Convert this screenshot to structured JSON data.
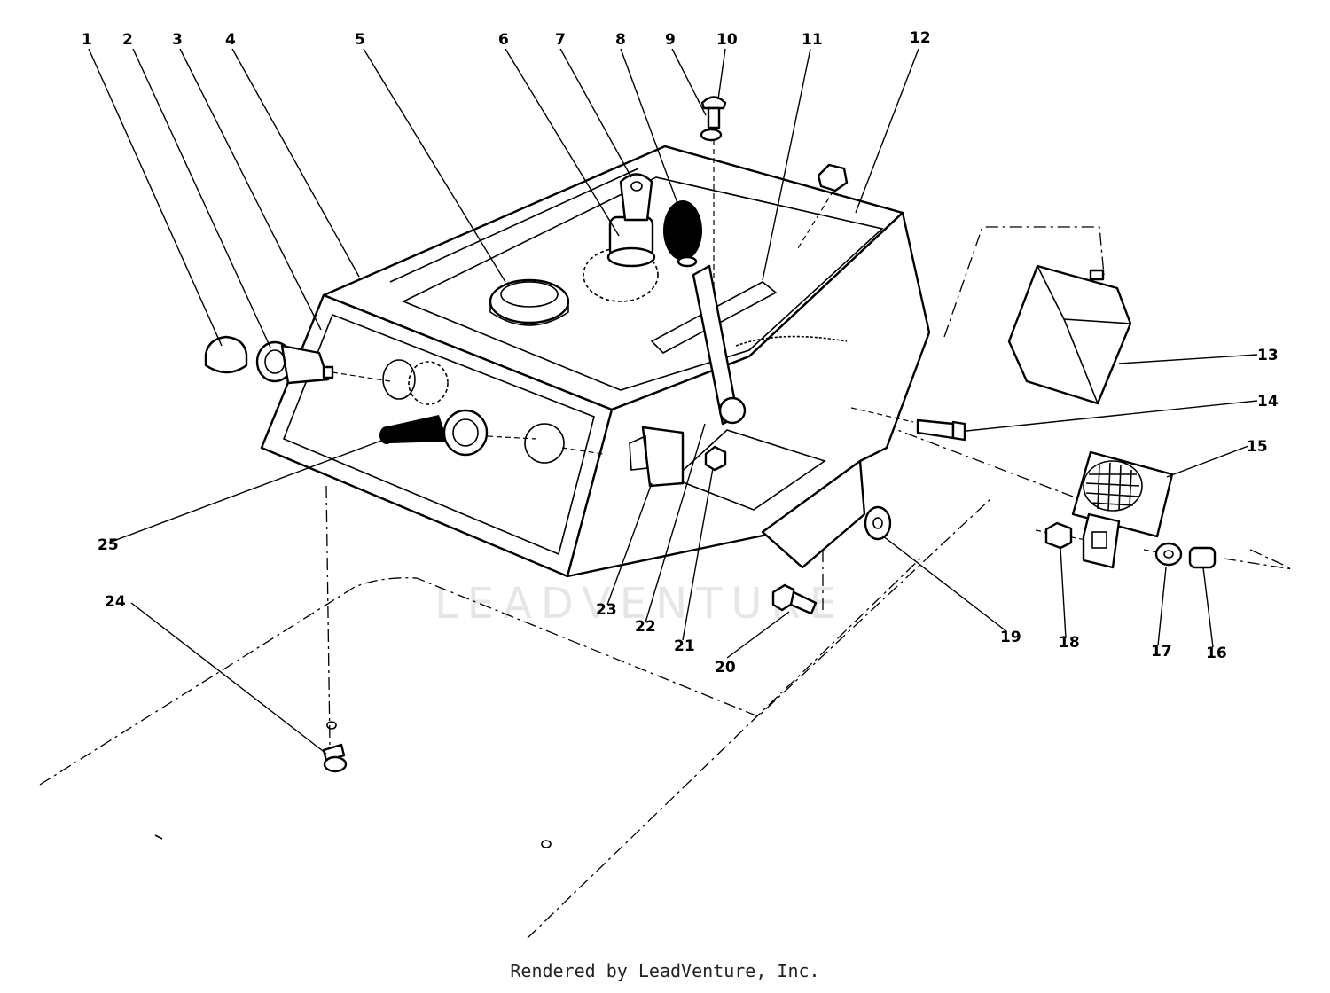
{
  "callouts": [
    "1",
    "2",
    "3",
    "4",
    "5",
    "6",
    "7",
    "8",
    "9",
    "10",
    "11",
    "12",
    "13",
    "14",
    "15",
    "16",
    "17",
    "18",
    "19",
    "20",
    "21",
    "22",
    "23",
    "24",
    "25"
  ],
  "watermark": "LEADVENTURE",
  "footer": "Rendered by LeadVenture, Inc."
}
